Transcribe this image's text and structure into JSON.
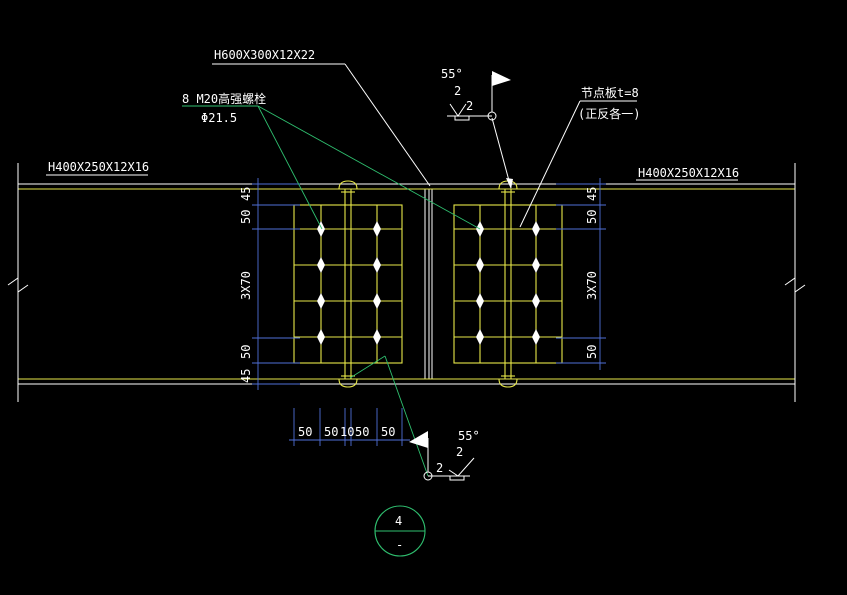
{
  "labels": {
    "center_section": "H600X300X12X22",
    "left_beam": "H400X250X12X16",
    "right_beam": "H400X250X12X16",
    "bolt_spec": "8 M20高强螺栓",
    "bolt_hole": "Φ21.5",
    "node_plate": "节点板t=8",
    "node_plate_note": "(正反各一)"
  },
  "weld_top": {
    "angle": "55°",
    "size_a": "2",
    "size_b": "2"
  },
  "weld_bottom": {
    "angle": "55°",
    "size_a": "2",
    "size_b": "2"
  },
  "vertical_dims": {
    "left": [
      "45",
      "50",
      "3X70",
      "50",
      "45"
    ],
    "right": [
      "45",
      "50",
      "3X70",
      "50"
    ]
  },
  "horizontal_dims": [
    "50",
    "50",
    "10",
    "50",
    "50"
  ],
  "detail_symbol": {
    "number": "4",
    "sheet": "-"
  },
  "colors": {
    "background": "#000000",
    "steel": "#e8e84a",
    "dimension": "#4f6fd8",
    "leader": "#2fbf6f",
    "text": "#ffffff"
  }
}
